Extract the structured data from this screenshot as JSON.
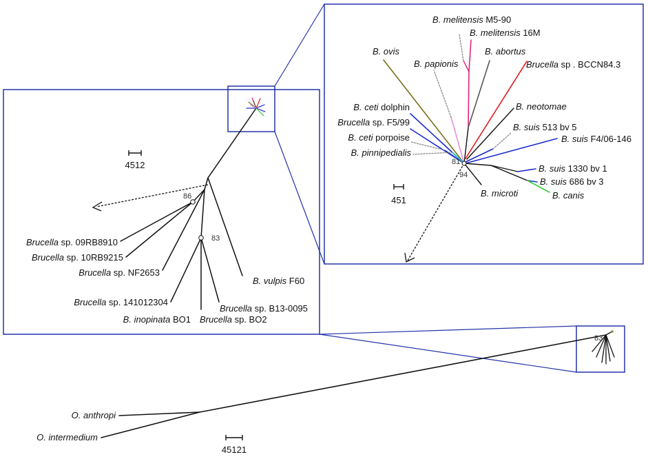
{
  "colors": {
    "frame": "#2233aa",
    "black": "#111111",
    "dotted": "#888888",
    "ovis": "#7a6f1a",
    "papionis": "#e88ee0",
    "melitensis": "#e0227a",
    "abortus": "#555555",
    "bccn": "#e31818",
    "blue": "#1a2bd0",
    "cyan": "#22c9d6",
    "canis": "#33d233"
  },
  "scales": {
    "main": "45121",
    "mid": "4512",
    "right": "451"
  },
  "bootstrap": {
    "root": "83",
    "mid_a": "86",
    "mid_b": "83",
    "right_a": "81",
    "right_b": "94"
  },
  "outgroups": [
    {
      "genus": "O.",
      "species": "anthropi",
      "suffix": ""
    },
    {
      "genus": "O.",
      "species": "intermedium",
      "suffix": ""
    }
  ],
  "mid_taxa": [
    {
      "genus": "Brucella",
      "species": "",
      "suffix": " sp. 09RB8910"
    },
    {
      "genus": "Brucella",
      "species": "",
      "suffix": " sp. 10RB9215"
    },
    {
      "genus": "Brucella",
      "species": "",
      "suffix": " sp. NF2653"
    },
    {
      "genus": "Brucella",
      "species": "",
      "suffix": " sp. 141012304"
    },
    {
      "genus": "B.",
      "species": "inopinata",
      "suffix": " BO1"
    },
    {
      "genus": "Brucella",
      "species": "",
      "suffix": " sp. BO2"
    },
    {
      "genus": "Brucella",
      "species": "",
      "suffix": " sp. B13-0095"
    },
    {
      "genus": "B.",
      "species": "vulpis",
      "suffix": " F60"
    }
  ],
  "right_taxa": [
    {
      "genus": "B.",
      "species": "melitensis",
      "suffix": " M5-90"
    },
    {
      "genus": "B.",
      "species": "melitensis",
      "suffix": " 16M"
    },
    {
      "genus": "B.",
      "species": "ovis",
      "suffix": ""
    },
    {
      "genus": "B.",
      "species": "papionis",
      "suffix": ""
    },
    {
      "genus": "B.",
      "species": "abortus",
      "suffix": ""
    },
    {
      "genus": "Brucella",
      "species": "",
      "suffix": " sp . BCCN84.3"
    },
    {
      "genus": "B.",
      "species": "ceti",
      "suffix": " dolphin"
    },
    {
      "genus": "B.",
      "species": "neotomae",
      "suffix": ""
    },
    {
      "genus": "Brucella",
      "species": "",
      "suffix": " sp. F5/99"
    },
    {
      "genus": "B.",
      "species": "suis",
      "suffix": " 513 bv 5"
    },
    {
      "genus": "B.",
      "species": "ceti",
      "suffix": " porpoise"
    },
    {
      "genus": "B.",
      "species": "suis",
      "suffix": " F4/06-146"
    },
    {
      "genus": "B.",
      "species": "pinnipedialis",
      "suffix": ""
    },
    {
      "genus": "B.",
      "species": "suis",
      "suffix": " 1330 bv 1"
    },
    {
      "genus": "B.",
      "species": "suis",
      "suffix": " 686 bv 3"
    },
    {
      "genus": "B.",
      "species": "canis",
      "suffix": ""
    },
    {
      "genus": "B.",
      "species": "microti",
      "suffix": ""
    }
  ]
}
